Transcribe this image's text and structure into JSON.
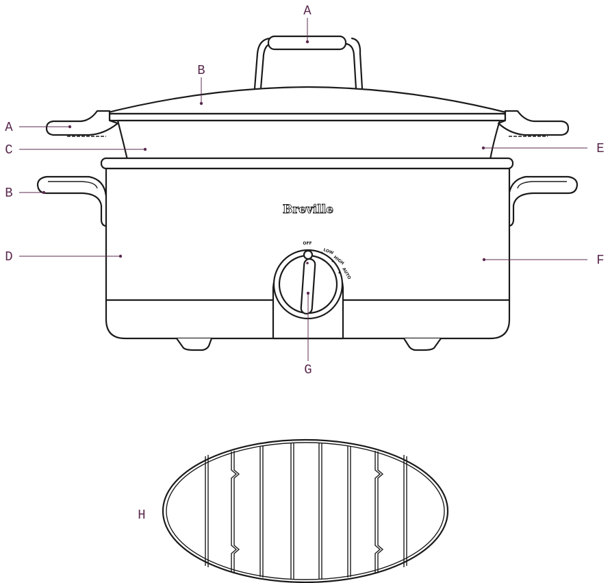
{
  "brand": "Breville",
  "dial": {
    "settings": [
      "OFF",
      "LOW",
      "HIGH",
      "AUTO"
    ]
  },
  "labels": {
    "lid_handle": "A",
    "lid": "B",
    "bowl_handle_left": "A",
    "bowl_left": "C",
    "bowl_right": "E",
    "base_handle_left": "B",
    "base_left": "D",
    "base_right": "F",
    "dial": "G",
    "rack": "H"
  },
  "colors": {
    "line": "#1a1a1a",
    "leader": "#5a2a4e",
    "label": "#5a2a4e"
  }
}
